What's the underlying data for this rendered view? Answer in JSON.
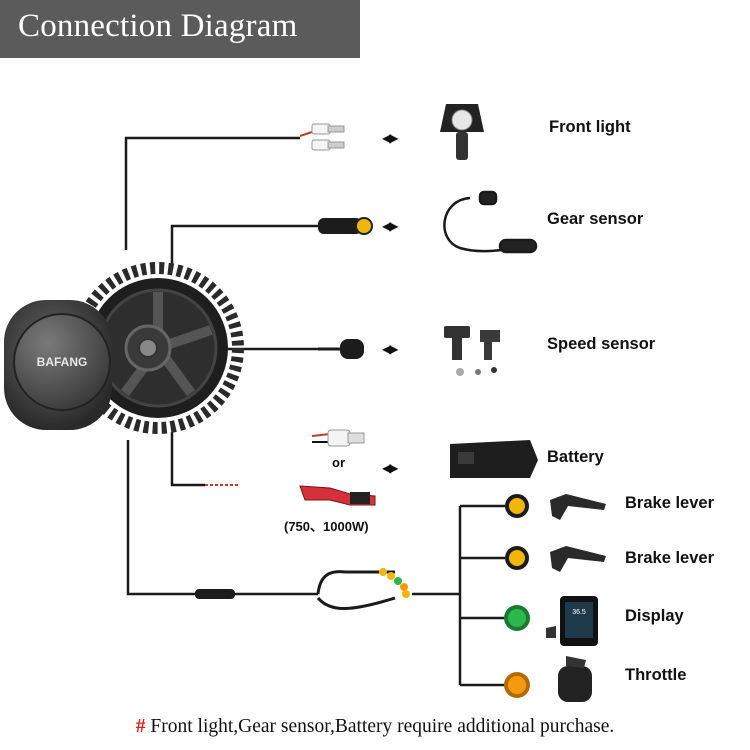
{
  "title": "Connection Diagram",
  "motor": {
    "brand": "BAFANG"
  },
  "components": [
    {
      "label": "Front light"
    },
    {
      "label": "Gear sensor"
    },
    {
      "label": "Speed sensor"
    },
    {
      "label": "Battery"
    }
  ],
  "battery_connectors": {
    "or_text": "or",
    "power_note": "(750、1000W)"
  },
  "harness_items": [
    {
      "label": "Brake lever",
      "connector_color": "#f2b705"
    },
    {
      "label": "Brake lever",
      "connector_color": "#f2b705"
    },
    {
      "label": "Display",
      "connector_color": "#2cb84a"
    },
    {
      "label": "Throttle",
      "connector_color": "#f59a0b"
    }
  ],
  "display_screen": {
    "speed": "36.5"
  },
  "arrow_symbol": "◀▶",
  "footnote": {
    "marker": "#",
    "text": " Front light,Gear sensor,Battery require additional purchase."
  }
}
